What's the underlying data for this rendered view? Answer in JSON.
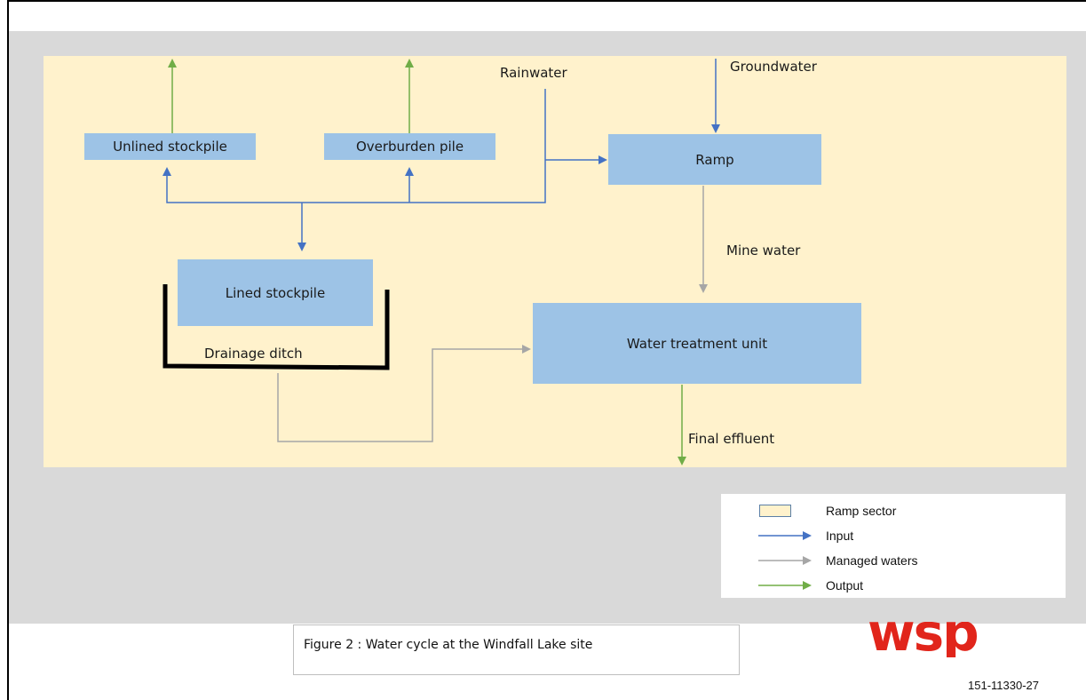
{
  "diagram": {
    "nodes": {
      "unlined_stockpile": "Unlined stockpile",
      "overburden_pile": "Overburden pile",
      "ramp": "Ramp",
      "lined_stockpile": "Lined stockpile",
      "water_treatment_unit": "Water treatment unit"
    },
    "labels": {
      "rainwater": "Rainwater",
      "groundwater": "Groundwater",
      "mine_water": "Mine water",
      "drainage_ditch": "Drainage ditch",
      "final_effluent": "Final effluent"
    },
    "colors": {
      "sector": "#fff2cc",
      "box": "#9dc3e6",
      "input": "#4472c4",
      "managed": "#a6a6a6",
      "output": "#70ad47",
      "background": "#d9d9d9"
    }
  },
  "legend": {
    "items": [
      {
        "label": "Ramp sector",
        "kind": "swatch"
      },
      {
        "label": "Input",
        "kind": "input-arrow"
      },
      {
        "label": "Managed waters",
        "kind": "managed-arrow"
      },
      {
        "label": "Output",
        "kind": "output-arrow"
      }
    ]
  },
  "caption": "Figure 2 : Water cycle at the Windfall Lake site",
  "logo_text": "wsp",
  "reference_code": "151-11330-27"
}
